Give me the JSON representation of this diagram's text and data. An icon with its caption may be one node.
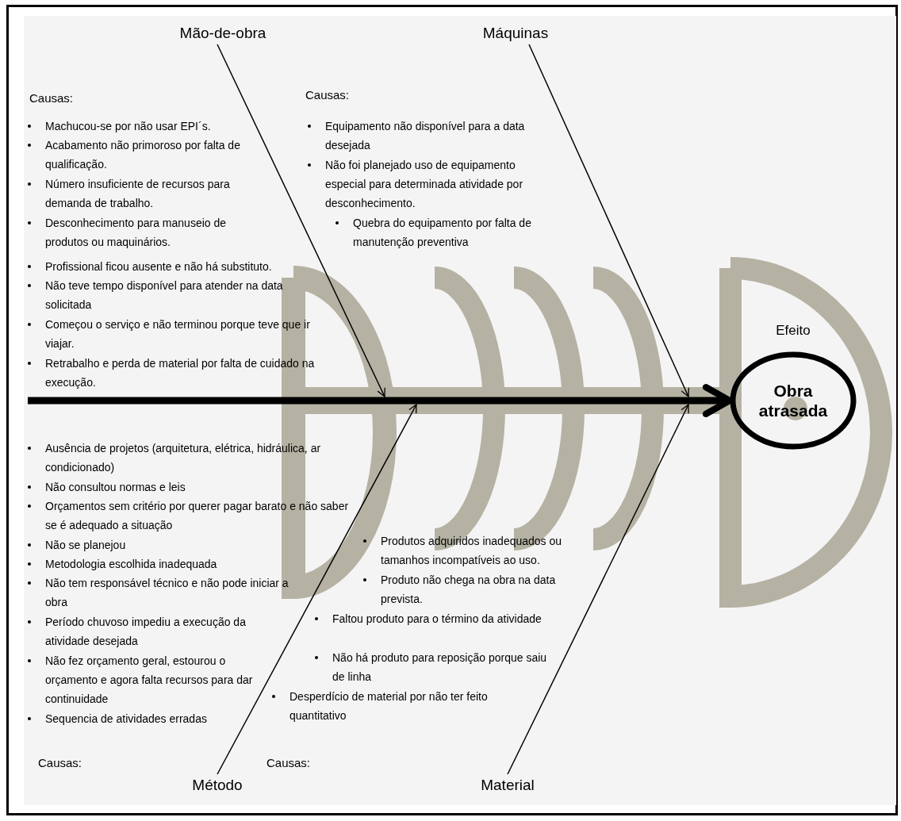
{
  "diagram": {
    "nodes": [
      {
        "text": [
          "Mão-de-obra"
        ]
      },
      {
        "text": [
          "Máquinas"
        ]
      },
      {
        "text": [
          "Método"
        ]
      },
      {
        "text": [
          "Material"
        ]
      },
      {
        "text": [
          "Obra atrasada"
        ],
        "beside": [
          "Efeito"
        ]
      }
    ],
    "edges": [
      {
        "from": 0,
        "to": null,
        "arrow": "to"
      },
      {
        "from": 1,
        "to": null,
        "arrow": "to"
      },
      {
        "from": 2,
        "to": null,
        "arrow": "to"
      },
      {
        "from": 3,
        "to": null,
        "arrow": "to"
      },
      {
        "from": null,
        "to": 4,
        "arrow": "to",
        "style": "thick"
      }
    ],
    "labels": [
      "Causas:",
      "Machucou-se por não usar EPI´s.",
      "Acabamento não primoroso por falta de qualificação.",
      "Número insuficiente de recursos para demanda de trabalho.",
      "Desconhecimento para manuseio de produtos ou maquinários.",
      "Profissional ficou ausente e não há substituto.",
      "Não teve tempo disponível para atender na data solicitada",
      "Começou o serviço e não terminou porque teve que ir viajar.",
      "Retrabalho e perda de material por falta de cuidado na execução.",
      "Causas:",
      "Equipamento não disponível para a data desejada",
      "Não foi planejado uso de equipamento especial para determinada atividade por desconhecimento.",
      "Quebra do equipamento por falta de manutenção preventiva",
      "Ausência de projetos (arquitetura, elétrica, hidráulica, ar condicionado)",
      "Não consultou normas e leis",
      "Orçamentos sem critério por querer pagar barato e não saber se é adequado a situação",
      "Não se planejou",
      "Metodologia escolhida inadequada",
      "Não tem responsável técnico e não pode iniciar a obra",
      "Período chuvoso impediu a execução da atividade desejada",
      "Não fez orçamento geral, estourou o orçamento e agora falta recursos para dar continuidade",
      "Sequencia de atividades erradas",
      "Causas:",
      "Produtos adquiridos inadequados ou tamanhos incompatíveis ao uso.",
      "Produto não chega na obra na data prevista.",
      "Faltou produto para o término da atividade",
      "Não há produto para reposição porque saiu de linha",
      "Desperdício de material por não ter feito quantitativo",
      "Causas:"
    ]
  }
}
